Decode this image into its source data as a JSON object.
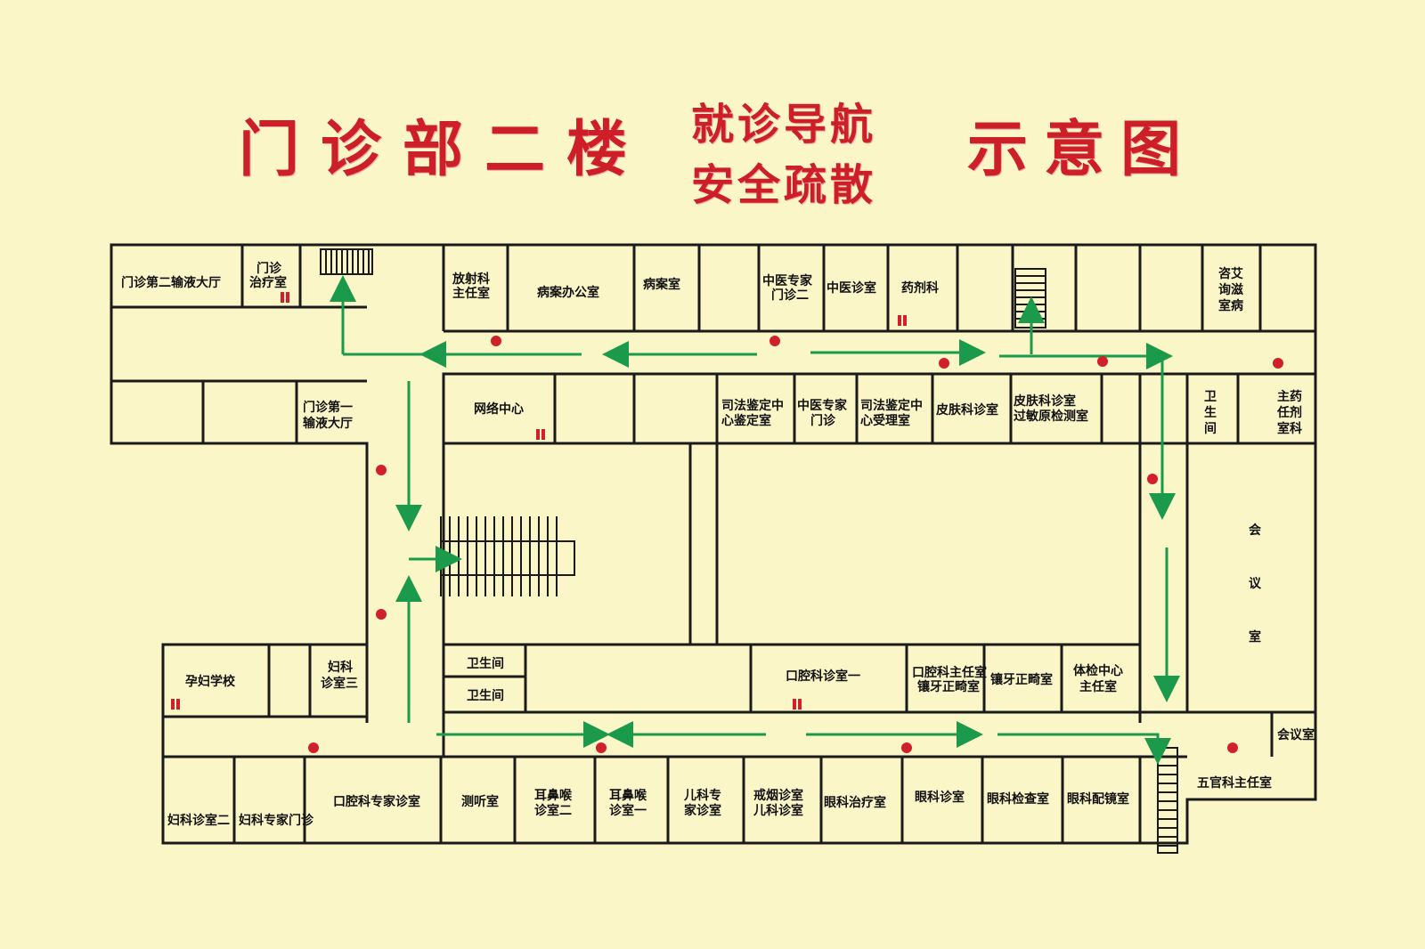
{
  "title": {
    "part1": "门诊部二楼",
    "part2a": "就诊导航",
    "part2b": "安全疏散",
    "part3": "示意图"
  },
  "rooms": {
    "r01": "门诊第二输液大厅",
    "r02": [
      "门诊",
      "治疗室"
    ],
    "r03": [
      "放射科",
      "主任室"
    ],
    "r04": "病案办公室",
    "r05": "病案室",
    "r06": [
      "中医专家",
      "门诊二"
    ],
    "r07": "中医诊室",
    "r08": "药剂科",
    "r09": [
      "咨艾",
      "询滋",
      "室病"
    ],
    "r10": [
      "门诊第一",
      "输液大厅"
    ],
    "r11": "网络中心",
    "r12": [
      "司法鉴定中",
      "心鉴定室"
    ],
    "r13": [
      "中医专家",
      "门诊"
    ],
    "r14": [
      "司法鉴定中",
      "心受理室"
    ],
    "r15": "皮肤科诊室",
    "r16": [
      "皮肤科诊室",
      "过敏原检测室"
    ],
    "r17": [
      "卫",
      "生",
      "间"
    ],
    "r18": [
      "主药",
      "任剂",
      "室科"
    ],
    "r19": [
      "会",
      "议",
      "室"
    ],
    "r20": "孕妇学校",
    "r21": [
      "妇科",
      "诊室三"
    ],
    "r22": "卫生间",
    "r23": "卫生间",
    "r24": "口腔科诊室一",
    "r25": [
      "口腔科主任室",
      "镶牙正畸室"
    ],
    "r26": "镶牙正畸室",
    "r27": [
      "体检中心",
      "主任室"
    ],
    "r28": "会议室",
    "r29": "妇科诊室二",
    "r30": "妇科专家门诊",
    "r31": "口腔科专家诊室",
    "r32": "测听室",
    "r33": [
      "耳鼻喉",
      "诊室二"
    ],
    "r34": [
      "耳鼻喉",
      "诊室一"
    ],
    "r35": [
      "儿科专",
      "家诊室"
    ],
    "r36": [
      "戒烟诊室",
      "儿科诊室"
    ],
    "r37": "眼科治疗室",
    "r38": "眼科诊室",
    "r39": "眼科检查室",
    "r40": "眼科配镜室",
    "r41": "五官科主任室"
  },
  "colors": {
    "background": "#fbf6c8",
    "title": "#cc1f27",
    "route": "#1a9a4a",
    "extinguisher": "#d0202a",
    "wall": "#1a1a1a"
  },
  "icons": [
    "fire-extinguisher-icon",
    "fire-hydrant-icon",
    "staircase-icon",
    "evacuation-arrow-icon"
  ]
}
